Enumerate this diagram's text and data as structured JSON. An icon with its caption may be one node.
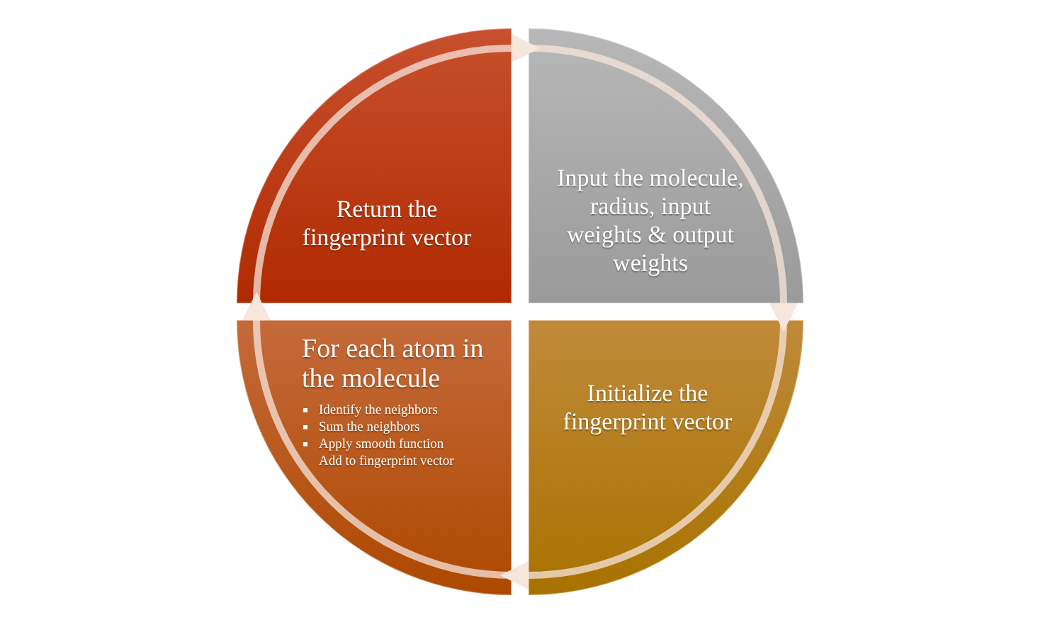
{
  "diagram": {
    "nodes": [
      {
        "text": [
          "Return the fingerprint vector"
        ]
      },
      {
        "text": [
          "Input the molecule, radius, input weights & output weights"
        ]
      },
      {
        "text": [
          "For each atom in the molecule",
          "Identify the neighbors",
          "Sum the neighbors",
          "Apply smooth function",
          "Add to fingerprint vector"
        ]
      },
      {
        "text": [
          "Initialize the fingerprint vector"
        ]
      }
    ],
    "edges": [
      {
        "from": 1,
        "to": 3,
        "arrow": "to"
      },
      {
        "from": 3,
        "to": 2,
        "arrow": "to"
      },
      {
        "from": 2,
        "to": 0,
        "arrow": "to"
      },
      {
        "from": 0,
        "to": 1,
        "arrow": "to"
      }
    ]
  }
}
